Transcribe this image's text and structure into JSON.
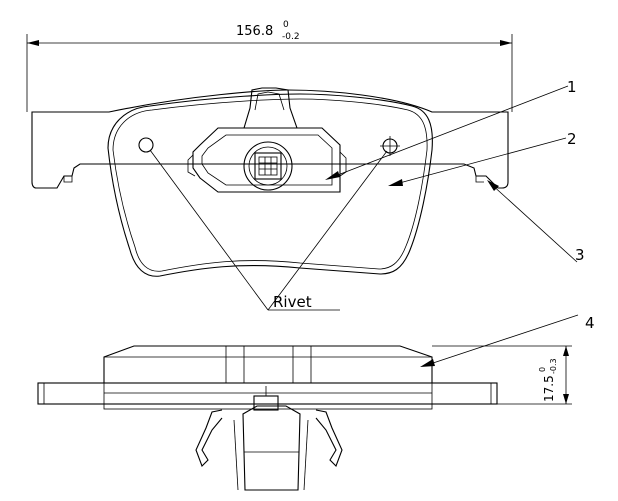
{
  "drawing": {
    "dimensions": {
      "width": {
        "value": "156.8",
        "upper_tol": "0",
        "lower_tol": "-0.2"
      },
      "thickness": {
        "value": "17.5",
        "upper_tol": "0",
        "lower_tol": "-0.3"
      }
    },
    "callouts": [
      "1",
      "2",
      "3",
      "4"
    ],
    "rivet_label": "Rivet"
  }
}
